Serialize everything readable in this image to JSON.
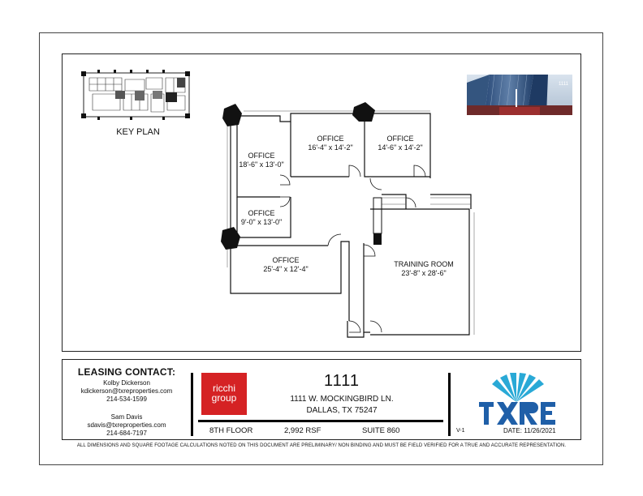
{
  "key_plan": {
    "label": "KEY PLAN"
  },
  "building_photo": {
    "sign_text": "1111"
  },
  "rooms": [
    {
      "name": "OFFICE",
      "dims": "18'-6\" x 13'-0\""
    },
    {
      "name": "OFFICE",
      "dims": "16'-4\" x 14'-2\""
    },
    {
      "name": "OFFICE",
      "dims": "14'-6\" x 14'-2\""
    },
    {
      "name": "OFFICE",
      "dims": "9'-0\" x 13'-0\""
    },
    {
      "name": "OFFICE",
      "dims": "25'-4\" x 12'-4\""
    },
    {
      "name": "TRAINING ROOM",
      "dims": "23'-8\" x 28'-6\""
    }
  ],
  "leasing": {
    "heading": "LEASING CONTACT:",
    "contacts": [
      {
        "name": "Kolby Dickerson",
        "email": "kdickerson@txreproperties.com",
        "phone": "214-534-1599"
      },
      {
        "name": "Sam Davis",
        "email": "sdavis@txreproperties.com",
        "phone": "214-684-7197"
      }
    ]
  },
  "brand": {
    "logo_line1": "ricchi",
    "logo_line2": "group",
    "txre_logo": "TXRE"
  },
  "property": {
    "building": "1111",
    "address_line1": "1111 W. MOCKINGBIRD LN.",
    "address_line2": "DALLAS, TX 75247",
    "floor": "8TH FLOOR",
    "rsf": "2,992 RSF",
    "suite": "SUITE 860"
  },
  "meta": {
    "revision": "V-1",
    "date": "DATE: 11/26/2021",
    "disclaimer": "ALL DIMENSIONS AND SQUARE FOOTAGE CALCULATIONS NOTED ON THIS DOCUMENT ARE PRELIMINARY/ NON BINDING AND MUST BE FIELD VERIFIED FOR A TRUE AND ACCURATE REPRESENTATION."
  },
  "colors": {
    "logo_red": "#d52224",
    "txre_blue": "#1f5fa8",
    "txre_cyan": "#29a9d6"
  }
}
